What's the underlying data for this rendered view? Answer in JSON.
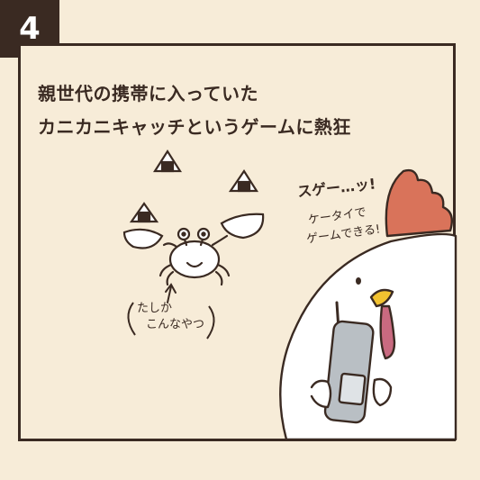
{
  "panel_number": "4",
  "caption": {
    "line1": "親世代の携帯に入っていた",
    "line2": "カニカニキャッチというゲームに熱狂"
  },
  "crab_note": {
    "line1": "たしか",
    "line2": "こんなやつ"
  },
  "speech": {
    "exclaim": "スゲー…ッ!",
    "line1": "ケータイで",
    "line2": "ゲームできる!"
  },
  "colors": {
    "background": "#f7ecd8",
    "ink": "#3a2a22",
    "comb": "#d9735a",
    "beak": "#f2c230",
    "wattle": "#c96a80",
    "phone": "#b9bfc4"
  }
}
